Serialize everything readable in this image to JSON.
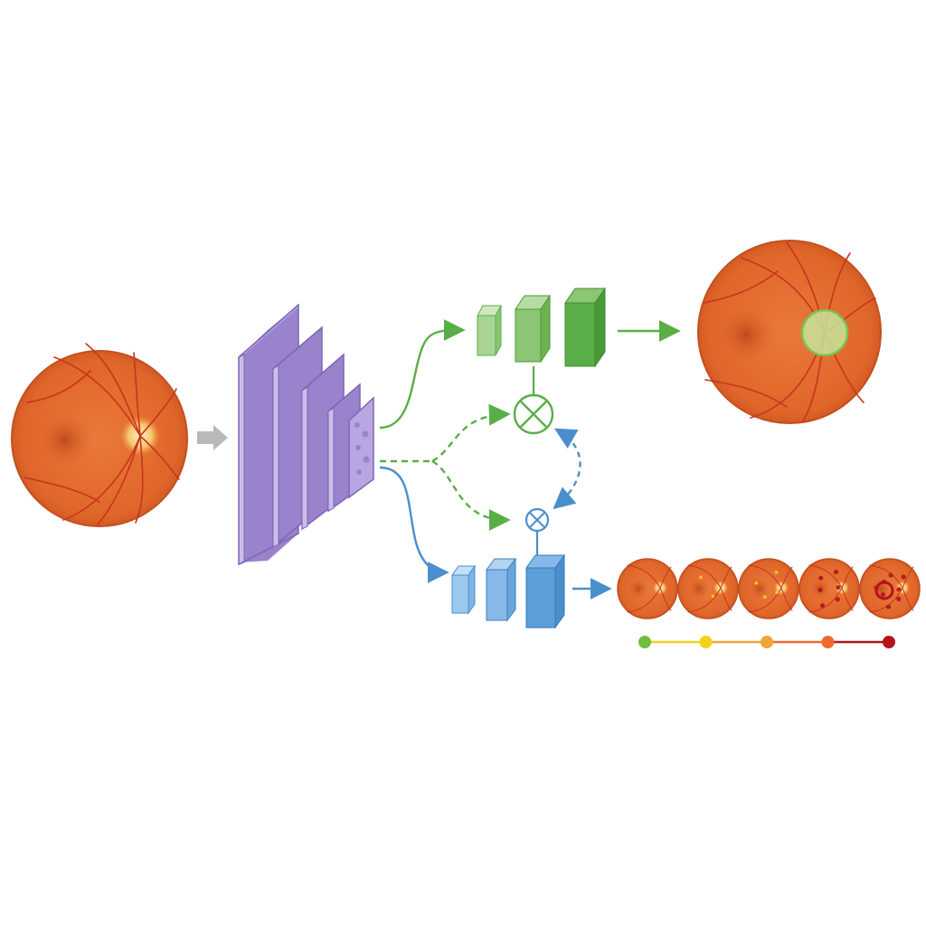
{
  "diagram": {
    "colors": {
      "background": "#ffffff",
      "fundus_fill": "#e46a2c",
      "fundus_edge": "#c44f1f",
      "vessel": "#c8341e",
      "optic_disc": "#f6c46a",
      "input_arrow": "#b9b9b9",
      "encoder_fill": "#9a82cc",
      "encoder_face": "#b9a6e0",
      "encoder_edge": "#7d66b6",
      "segmentation_branch": "#5aae48",
      "segmentation_light": "#a8d592",
      "grading_branch": "#4a8fcd",
      "grading_light": "#9cc8ef",
      "disc_highlight": "#c7e59a"
    },
    "nodes": [
      {
        "id": "input-fundus",
        "kind": "retinal-fundus-image"
      },
      {
        "id": "encoder",
        "kind": "stacked-feature-maps",
        "count": 5
      },
      {
        "id": "segmentation-decoder",
        "kind": "feature-blocks",
        "count": 3,
        "color": "green"
      },
      {
        "id": "grading-decoder",
        "kind": "feature-blocks",
        "count": 3,
        "color": "blue"
      },
      {
        "id": "fusion-top",
        "kind": "multiply-operator",
        "symbol": "⊗"
      },
      {
        "id": "fusion-bottom",
        "kind": "multiply-operator",
        "symbol": "⊗"
      },
      {
        "id": "output-segmentation",
        "kind": "fundus-with-optic-disc-mask"
      },
      {
        "id": "output-grades",
        "kind": "fundus-severity-series",
        "count": 5
      }
    ],
    "severity_scale": {
      "levels": 5,
      "colors": [
        "#6fbf3b",
        "#f2d21f",
        "#f2a33a",
        "#ee6a2c",
        "#b3141c"
      ]
    },
    "edges": [
      {
        "from": "input-fundus",
        "to": "encoder",
        "style": "solid"
      },
      {
        "from": "encoder",
        "to": "segmentation-decoder",
        "style": "solid"
      },
      {
        "from": "encoder",
        "to": "grading-decoder",
        "style": "solid"
      },
      {
        "from": "encoder",
        "to": "fusion-top",
        "style": "dashed"
      },
      {
        "from": "encoder",
        "to": "fusion-bottom",
        "style": "dashed"
      },
      {
        "from": "fusion-bottom",
        "to": "fusion-top",
        "style": "dashed-bidirectional"
      },
      {
        "from": "segmentation-decoder",
        "to": "output-segmentation",
        "style": "solid"
      },
      {
        "from": "grading-decoder",
        "to": "output-grades",
        "style": "solid"
      }
    ]
  }
}
